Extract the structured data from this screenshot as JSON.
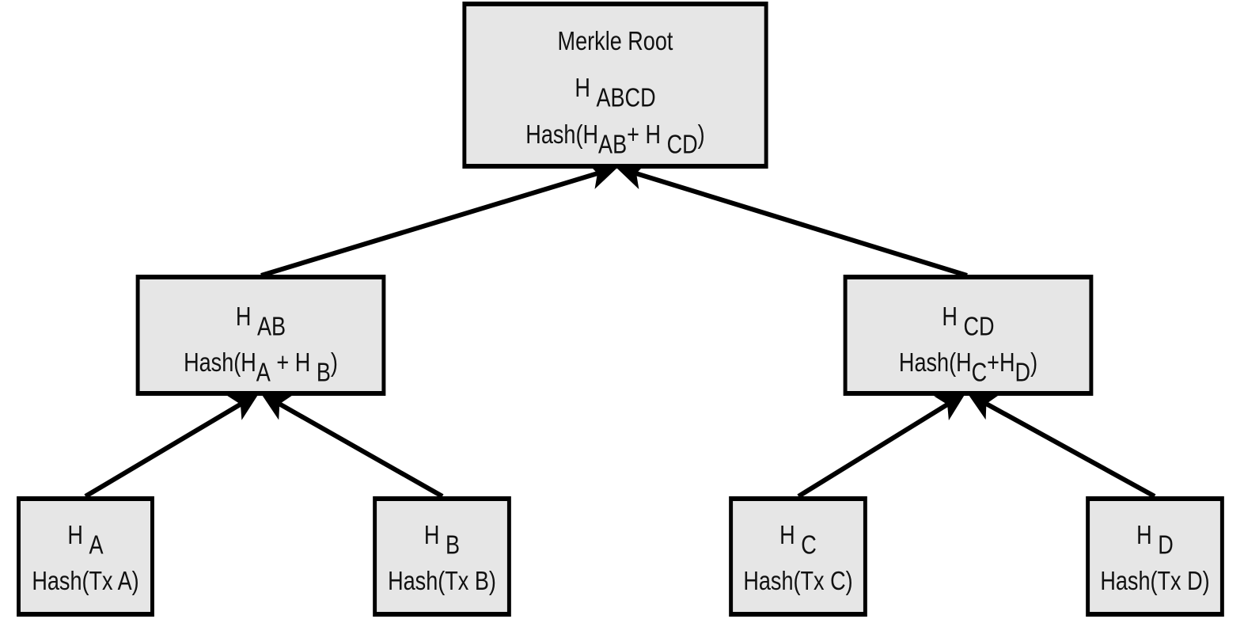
{
  "diagram": {
    "root": {
      "title": "Merkle Root",
      "hash_label": "H",
      "hash_sub": "ABCD",
      "formula": {
        "prefix": "Hash(H",
        "sub1": "AB",
        "middle": "+ H",
        "sub2": "CD",
        "suffix": ")"
      }
    },
    "ab": {
      "hash_label": "H",
      "hash_sub": "AB",
      "formula": {
        "prefix": "Hash(H",
        "sub1": "A",
        "middle": " + H",
        "sub2": "B",
        "suffix": ")"
      }
    },
    "cd": {
      "hash_label": "H",
      "hash_sub": "CD",
      "formula": {
        "prefix": "Hash(H",
        "sub1": "C",
        "middle": "+H",
        "sub2": "D",
        "suffix": ")"
      }
    },
    "a": {
      "hash_label": "H",
      "hash_sub": "A",
      "formula": "Hash(Tx A)"
    },
    "b": {
      "hash_label": "H",
      "hash_sub": "B",
      "formula": "Hash(Tx B)"
    },
    "c": {
      "hash_label": "H",
      "hash_sub": "C",
      "formula": "Hash(Tx C)"
    },
    "d": {
      "hash_label": "H",
      "hash_sub": "D",
      "formula": "Hash(Tx D)"
    }
  }
}
